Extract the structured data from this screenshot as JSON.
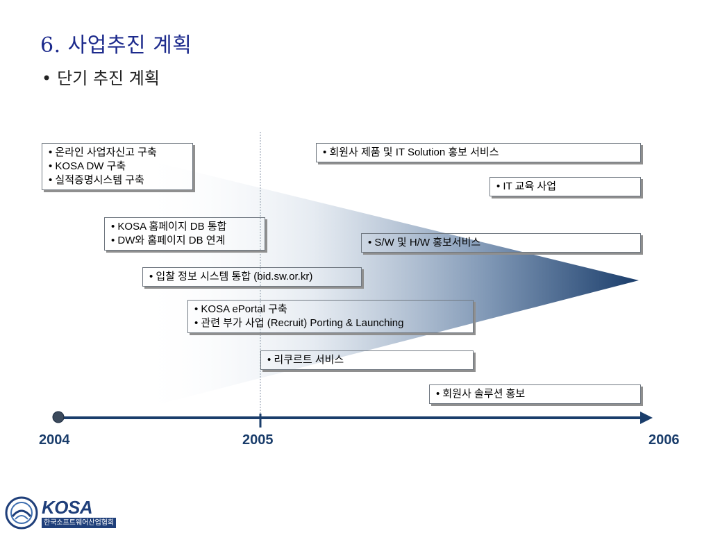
{
  "header": {
    "title": "6. 사업추진 계획",
    "subtitle_bullet": "•",
    "subtitle": "단기 추진 계획"
  },
  "timeline": {
    "years": [
      "2004",
      "2005",
      "2006"
    ],
    "colors": {
      "axis": "#1a3d6b",
      "wedge_dark": "#1a3d6b",
      "box_blue": "#eaf6fd",
      "box_pink": "#fdd6d6",
      "title": "#1c2a8c"
    }
  },
  "boxes": [
    {
      "id": "online-business-report",
      "color": "blue",
      "lines": [
        "• 온라인 사업자신고 구축",
        "• KOSA DW 구축",
        "• 실적증명시스템 구축"
      ]
    },
    {
      "id": "member-product-promo",
      "color": "blue",
      "lines": [
        "• 회원사 제품 및 IT Solution 홍보 서비스"
      ]
    },
    {
      "id": "it-education",
      "color": "blue",
      "lines": [
        "• IT 교육 사업"
      ]
    },
    {
      "id": "homepage-db",
      "color": "pink",
      "lines": [
        "• KOSA 홈페이지 DB 통합",
        "• DW와 홈페이지 DB 연계"
      ]
    },
    {
      "id": "sw-hw-promo",
      "color": "blue",
      "lines": [
        "• S/W 및 H/W  홍보서비스"
      ]
    },
    {
      "id": "bid-info-system",
      "color": "blue",
      "lines": [
        "• 입찰 정보 시스템 통합 (bid.sw.or.kr)"
      ]
    },
    {
      "id": "eportal",
      "color": "pink",
      "lines": [
        "• KOSA ePortal 구축",
        "• 관련 부가 사업 (Recruit) Porting & Launching"
      ]
    },
    {
      "id": "recruit-service",
      "color": "blue",
      "lines": [
        "• 리쿠르트 서비스"
      ]
    },
    {
      "id": "member-solution-promo",
      "color": "blue",
      "lines": [
        "• 회원사 솔루션 홍보"
      ]
    }
  ],
  "logo": {
    "name": "KOSA",
    "subtitle": "한국소프트웨어산업협회"
  }
}
